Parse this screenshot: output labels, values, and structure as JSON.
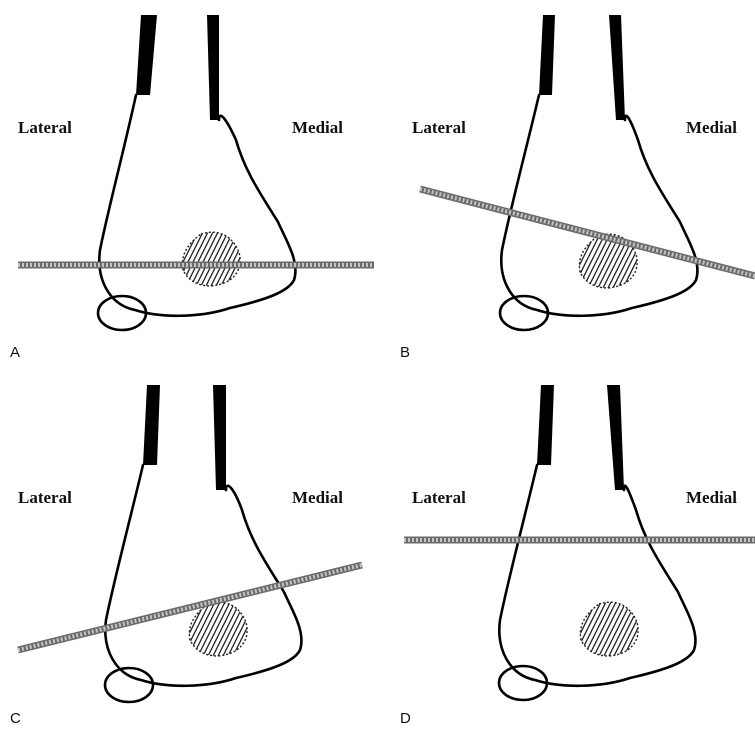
{
  "figure": {
    "panels": [
      {
        "letter": "A",
        "left_label": "Lateral",
        "right_label": "Medial"
      },
      {
        "letter": "B",
        "left_label": "Lateral",
        "right_label": "Medial"
      },
      {
        "letter": "C",
        "left_label": "Lateral",
        "right_label": "Medial"
      },
      {
        "letter": "D",
        "left_label": "Lateral",
        "right_label": "Medial"
      }
    ]
  },
  "colors": {
    "background": "#ffffff",
    "outline": "#000000",
    "cutting_plane": "#9a9a9a"
  }
}
